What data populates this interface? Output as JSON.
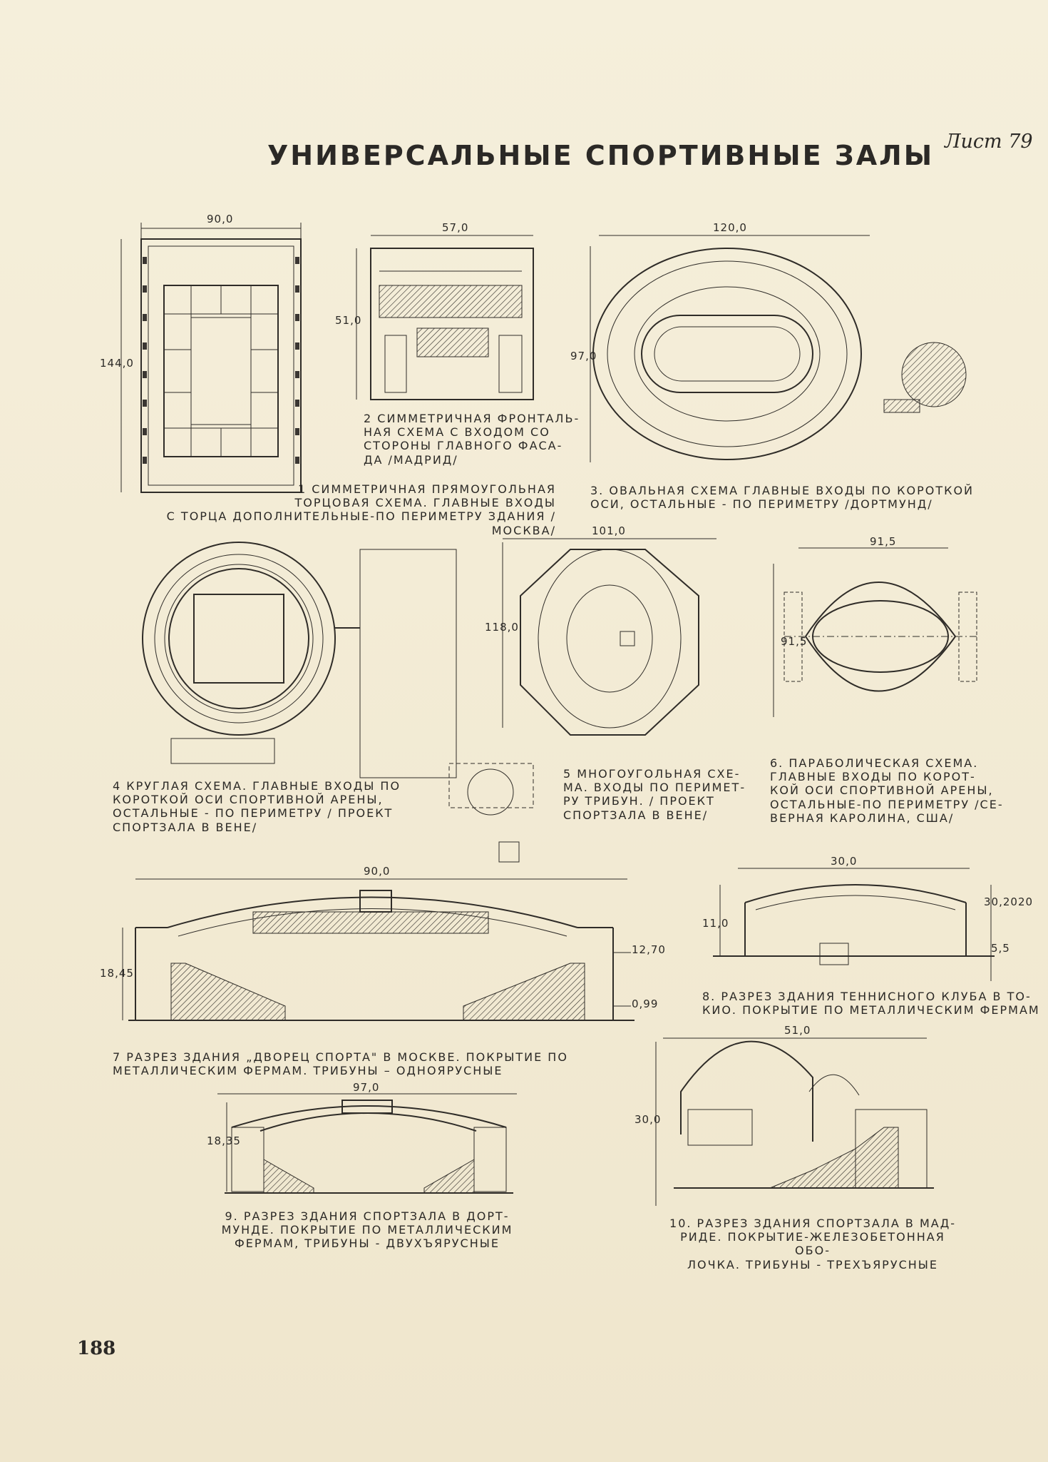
{
  "header": {
    "sheet_label": "Лист 79",
    "title": "УНИВЕРСАЛЬНЫЕ СПОРТИВНЫЕ ЗАЛЫ",
    "page_number": "188"
  },
  "figures": [
    {
      "id": 1,
      "caption": "1 СИММЕТРИЧНАЯ ПРЯМОУГОЛЬНАЯ\nТОРЦОВАЯ СХЕМА. ГЛАВНЫЕ ВХОДЫ\nС ТОРЦА ДОПОЛНИТЕЛЬНЫЕ-ПО ПЕРИМЕТРУ ЗДАНИЯ /МОСКВА/",
      "dims": [
        "90,0",
        "144,0"
      ]
    },
    {
      "id": 2,
      "caption": "2 СИММЕТРИЧНАЯ ФРОНТАЛЬ-\nНАЯ СХЕМА С ВХОДОМ СО\nСТОРОНЫ ГЛАВНОГО ФАСА-\nДА /МАДРИД/",
      "dims": [
        "57,0",
        "51,0"
      ]
    },
    {
      "id": 3,
      "caption": "3. ОВАЛЬНАЯ СХЕМА  ГЛАВНЫЕ ВХОДЫ ПО КОРОТКОЙ\nОСИ, ОСТАЛЬНЫЕ - ПО ПЕРИМЕТРУ   /ДОРТМУНД/",
      "dims": [
        "120,0",
        "97,0"
      ]
    },
    {
      "id": 4,
      "caption": "4 КРУГЛАЯ СХЕМА. ГЛАВНЫЕ ВХОДЫ ПО\nКОРОТКОЙ ОСИ СПОРТИВНОЙ АРЕНЫ,\nОСТАЛЬНЫЕ - ПО ПЕРИМЕТРУ / ПРОЕКТ\nСПОРТЗАЛА В ВЕНЕ/",
      "dims": []
    },
    {
      "id": 5,
      "caption": "5 МНОГОУГОЛЬНАЯ СХЕ-\nМА. ВХОДЫ ПО ПЕРИМЕТ-\nРУ ТРИБУН. / ПРОЕКТ\nСПОРТЗАЛА В ВЕНЕ/",
      "dims": [
        "101,0",
        "118,0"
      ]
    },
    {
      "id": 6,
      "caption": "6. ПАРАБОЛИЧЕСКАЯ СХЕМА.\nГЛАВНЫЕ ВХОДЫ ПО КОРОТ-\nКОЙ ОСИ СПОРТИВНОЙ АРЕНЫ,\nОСТАЛЬНЫЕ-ПО ПЕРИМЕТРУ /СЕ-\nВЕРНАЯ КАРОЛИНА, США/",
      "dims": [
        "91,5",
        "91,5"
      ]
    },
    {
      "id": 7,
      "caption": "7 РАЗРЕЗ ЗДАНИЯ „ДВОРЕЦ СПОРТА\" В МОСКВЕ. ПОКРЫТИЕ ПО\nМЕТАЛЛИЧЕСКИМ ФЕРМАМ. ТРИБУНЫ – ОДНОЯРУСНЫЕ",
      "dims": [
        "90,0",
        "18,45",
        "12,70",
        "0,99"
      ]
    },
    {
      "id": 8,
      "caption": "8. РАЗРЕЗ ЗДАНИЯ ТЕННИСНОГО КЛУБА В ТО-\nКИО. ПОКРЫТИЕ ПО МЕТАЛЛИЧЕСКИМ ФЕРМАМ",
      "dims": [
        "30,0",
        "11,0",
        "5,5",
        "30,2020"
      ]
    },
    {
      "id": 9,
      "caption": "9. РАЗРЕЗ ЗДАНИЯ СПОРТЗАЛА В ДОРТ-\nМУНДЕ. ПОКРЫТИЕ ПО МЕТАЛЛИЧЕСКИМ\nФЕРМАМ, ТРИБУНЫ - ДВУХЪЯРУСНЫЕ",
      "dims": [
        "97,0",
        "18,35"
      ]
    },
    {
      "id": 10,
      "caption": "10. РАЗРЕЗ ЗДАНИЯ СПОРТЗАЛА В МАД-\nРИДЕ. ПОКРЫТИЕ-ЖЕЛЕЗОБЕТОННАЯ ОБО-\nЛОЧКА. ТРИБУНЫ - ТРЕХЪЯРУСНЫЕ",
      "dims": [
        "51,0",
        "30,0"
      ]
    }
  ]
}
